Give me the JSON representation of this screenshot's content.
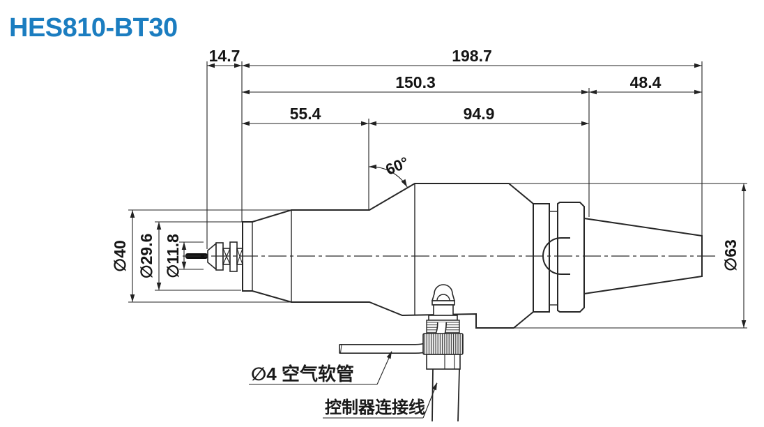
{
  "title": "HES810-BT30",
  "colors": {
    "title": "#1b7dc0",
    "line": "#262626"
  },
  "dimensions": {
    "tool_protrusion": "14.7",
    "total_length": "198.7",
    "body_length": "150.3",
    "taper_length": "48.4",
    "front_length": "55.4",
    "mid_length": "94.9",
    "nose_angle": "60°",
    "dia_motor_body": "∅40",
    "dia_front_cap": "∅29.6",
    "dia_collet_nose": "∅11.8",
    "dia_flange": "∅63"
  },
  "callouts": {
    "air_hose": "∅4 空气软管",
    "controller_cable": "控制器连接线"
  }
}
